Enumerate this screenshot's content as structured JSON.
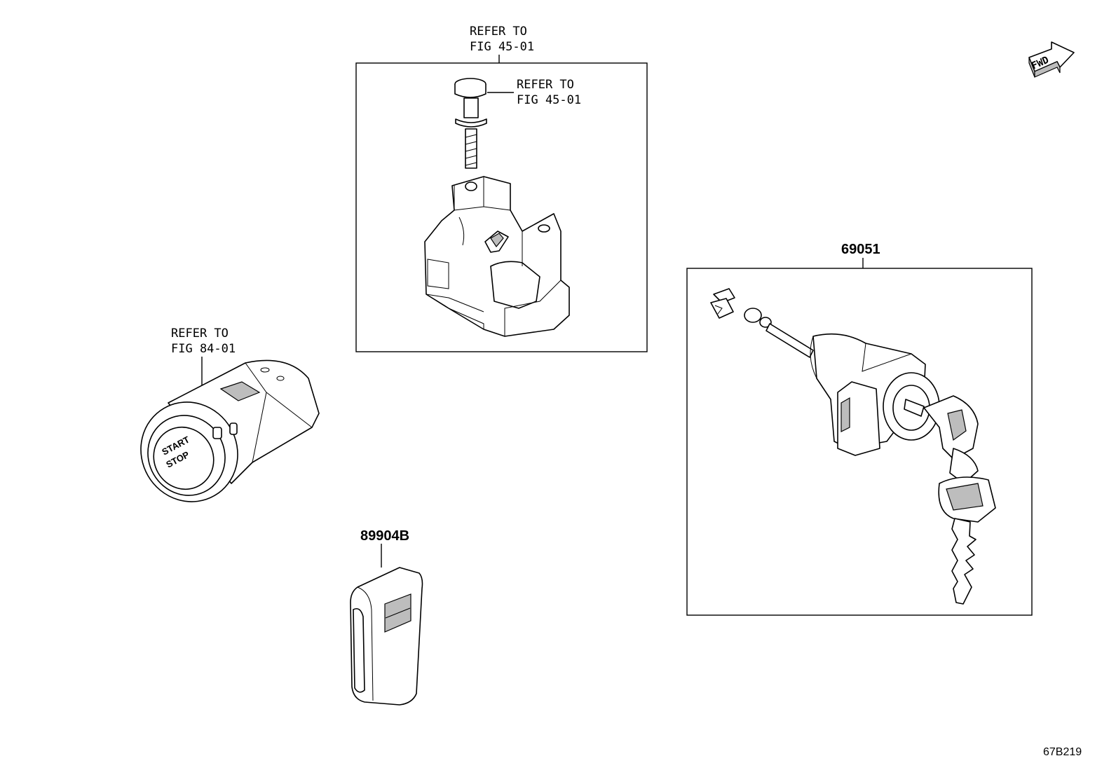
{
  "refs": {
    "top_box": {
      "line1": "REFER TO",
      "line2": "FIG 45-01"
    },
    "bolt": {
      "line1": "REFER TO",
      "line2": "FIG 45-01"
    },
    "start_switch": {
      "line1": "REFER TO",
      "line2": "FIG 84-01"
    }
  },
  "parts": {
    "lock_set": "69051",
    "remote": "89904B"
  },
  "button_text": {
    "line1": "START",
    "line2": "STOP"
  },
  "fwd_badge": "FWD",
  "figure_code": "67B219",
  "colors": {
    "line": "#000000",
    "shade": "#bdbdbd",
    "background": "#ffffff"
  }
}
